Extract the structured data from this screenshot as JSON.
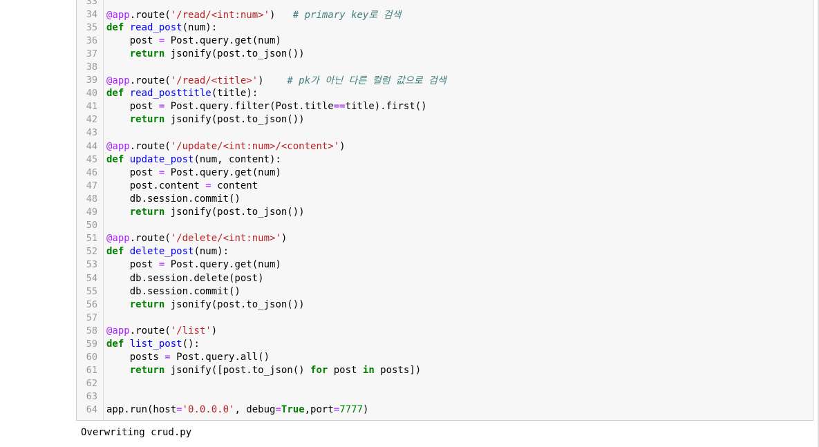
{
  "editor": {
    "lines": [
      {
        "n": "33",
        "html": ""
      },
      {
        "n": "34",
        "html": "<span class=\"dc\">@app</span>.route(<span class=\"st\">'/read/&lt;int:num&gt;'</span>)   <span class=\"cm\"># primary key로 검색</span>"
      },
      {
        "n": "35",
        "html": "<span class=\"kw\">def</span> <span class=\"fn\">read_post</span>(num):"
      },
      {
        "n": "36",
        "html": "    post <span class=\"op\">=</span> Post.query.get(num)"
      },
      {
        "n": "37",
        "html": "    <span class=\"kw\">return</span> jsonify(post.to_json())"
      },
      {
        "n": "38",
        "html": ""
      },
      {
        "n": "39",
        "html": "<span class=\"dc\">@app</span>.route(<span class=\"st\">'/read/&lt;title&gt;'</span>)    <span class=\"cm\"># pk가 아닌 다른 컬럼 값으로 검색</span>"
      },
      {
        "n": "40",
        "html": "<span class=\"kw\">def</span> <span class=\"fn\">read_posttitle</span>(title):"
      },
      {
        "n": "41",
        "html": "    post <span class=\"op\">=</span> Post.query.filter(Post.title<span class=\"op\">==</span>title).first()"
      },
      {
        "n": "42",
        "html": "    <span class=\"kw\">return</span> jsonify(post.to_json())"
      },
      {
        "n": "43",
        "html": ""
      },
      {
        "n": "44",
        "html": "<span class=\"dc\">@app</span>.route(<span class=\"st\">'/update/&lt;int:num&gt;/&lt;content&gt;'</span>)"
      },
      {
        "n": "45",
        "html": "<span class=\"kw\">def</span> <span class=\"fn\">update_post</span>(num, content):"
      },
      {
        "n": "46",
        "html": "    post <span class=\"op\">=</span> Post.query.get(num)"
      },
      {
        "n": "47",
        "html": "    post.content <span class=\"op\">=</span> content"
      },
      {
        "n": "48",
        "html": "    db.session.commit()"
      },
      {
        "n": "49",
        "html": "    <span class=\"kw\">return</span> jsonify(post.to_json())"
      },
      {
        "n": "50",
        "html": ""
      },
      {
        "n": "51",
        "html": "<span class=\"dc\">@app</span>.route(<span class=\"st\">'/delete/&lt;int:num&gt;'</span>)"
      },
      {
        "n": "52",
        "html": "<span class=\"kw\">def</span> <span class=\"fn\">delete_post</span>(num):"
      },
      {
        "n": "53",
        "html": "    post <span class=\"op\">=</span> Post.query.get(num)"
      },
      {
        "n": "54",
        "html": "    db.session.delete(post)"
      },
      {
        "n": "55",
        "html": "    db.session.commit()"
      },
      {
        "n": "56",
        "html": "    <span class=\"kw\">return</span> jsonify(post.to_json())"
      },
      {
        "n": "57",
        "html": ""
      },
      {
        "n": "58",
        "html": "<span class=\"dc\">@app</span>.route(<span class=\"st\">'/list'</span>)"
      },
      {
        "n": "59",
        "html": "<span class=\"kw\">def</span> <span class=\"fn\">list_post</span>():"
      },
      {
        "n": "60",
        "html": "    posts <span class=\"op\">=</span> Post.query.all()"
      },
      {
        "n": "61",
        "html": "    <span class=\"kw\">return</span> jsonify([post.to_json() <span class=\"kw\">for</span> post <span class=\"kw\">in</span> posts])"
      },
      {
        "n": "62",
        "html": ""
      },
      {
        "n": "63",
        "html": ""
      },
      {
        "n": "64",
        "html": "app.run(host<span class=\"op\">=</span><span class=\"st\">'0.0.0.0'</span>, debug<span class=\"op\">=</span><span class=\"bi\">True</span>,port<span class=\"op\">=</span><span class=\"nm\">7777</span>)"
      }
    ]
  },
  "output": {
    "text": "Overwriting crud.py"
  }
}
